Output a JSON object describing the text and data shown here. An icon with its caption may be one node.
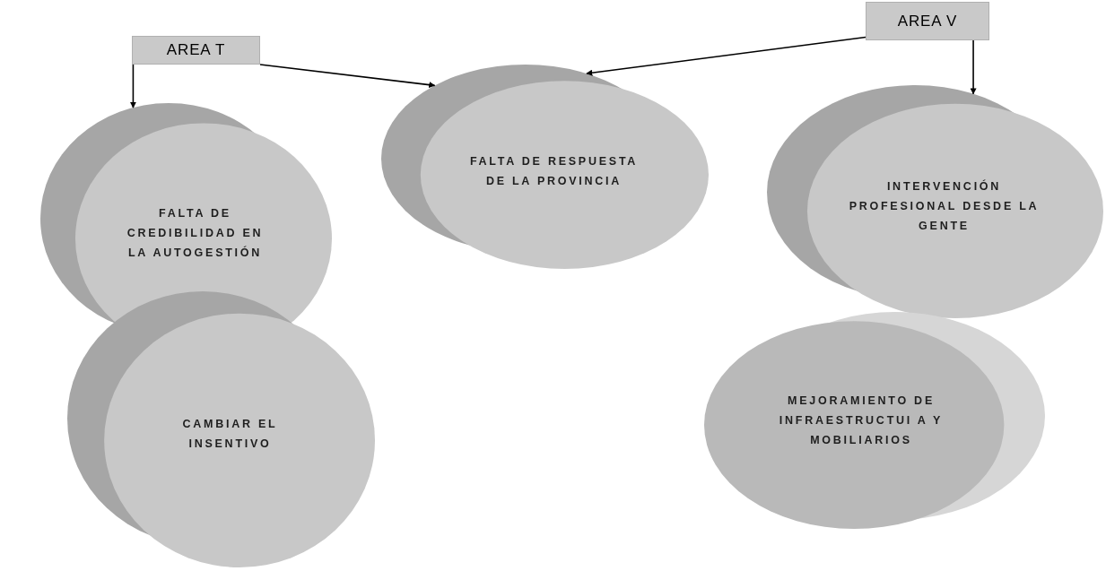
{
  "diagram": {
    "nodes": [
      {
        "text": [
          "AREA T"
        ]
      },
      {
        "text": [
          "AREA V"
        ]
      },
      {
        "text": [
          "FALTA DE RESPUESTA DE LA PROVINCIA"
        ]
      },
      {
        "text": [
          "FALTA DE CREDIBILIDAD EN LA AUTOGESTIÓN"
        ]
      },
      {
        "text": [
          "CAMBIAR EL INSENTIVO"
        ]
      },
      {
        "text": [
          "INTERVENCIÓN PROFESIONAL DESDE LA GENTE"
        ]
      },
      {
        "text": [
          "MEJORAMIENTO DE INFRAESTRUCTUI A Y MOBILIARIOS"
        ]
      }
    ],
    "edges": [
      {
        "from": 0,
        "to": 2,
        "arrow": "to"
      },
      {
        "from": 1,
        "to": 2,
        "arrow": "to"
      },
      {
        "from": 0,
        "to": 3,
        "arrow": "to"
      },
      {
        "from": 1,
        "to": 5,
        "arrow": "to"
      }
    ]
  }
}
